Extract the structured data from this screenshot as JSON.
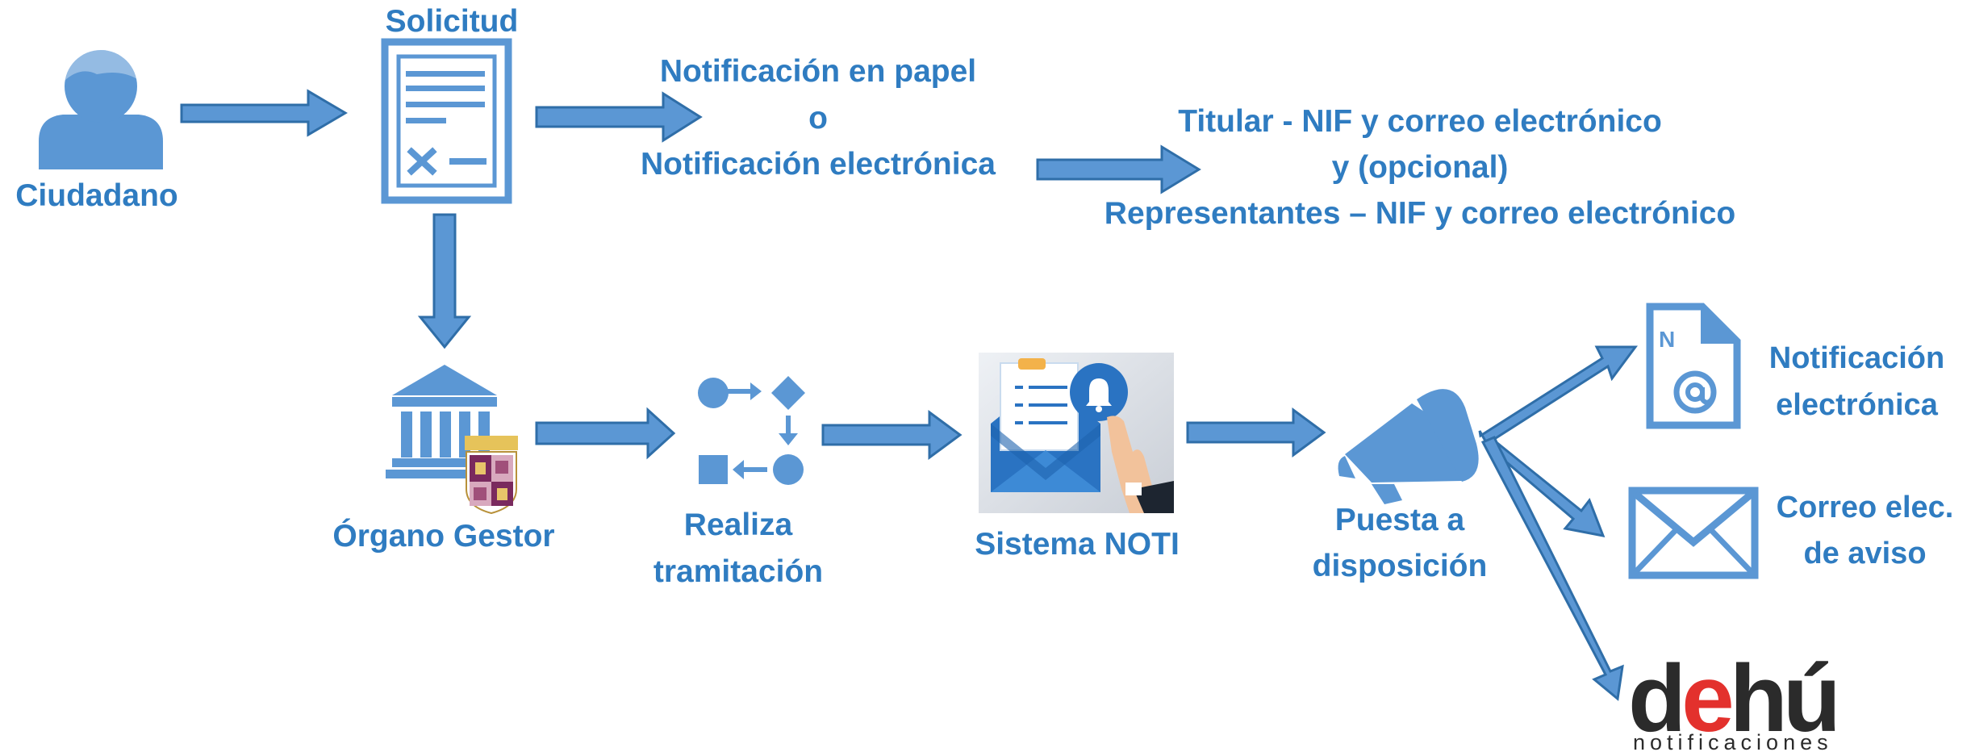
{
  "labels": {
    "solicitud": "Solicitud",
    "ciudadano": "Ciudadano",
    "notificacion_papel": "Notificación en papel",
    "o": "o",
    "notificacion_electronica": "Notificación electrónica",
    "titular": "Titular - NIF y correo electrónico",
    "opcional": "y (opcional)",
    "representantes": "Representantes – NIF y correo electrónico",
    "organo_gestor": "Órgano Gestor",
    "realiza": "Realiza",
    "tramitacion": "tramitación",
    "sistema_noti": "Sistema NOTI",
    "puesta_a": "Puesta a",
    "disposicion": "disposición",
    "out_notificacion": "Notificación",
    "out_electronica": "electrónica",
    "out_correo": "Correo elec.",
    "out_aviso": "de aviso"
  },
  "logos": {
    "dehu_wordmark": "dehú",
    "dehu_subtitle": "notificaciones",
    "file_icon_letter": "N"
  },
  "icons": [
    "person-icon",
    "document-icon",
    "building-icon",
    "coat-of-arms-logo",
    "process-flow-icon",
    "noti-image",
    "megaphone-icon",
    "email-notification-file-icon",
    "envelope-icon"
  ],
  "colors": {
    "primary_blue": "#2f7cc1",
    "icon_blue": "#5b97d4",
    "arrow_outline": "#2f6ea8",
    "dehu_red": "#e3312d",
    "dehu_dark": "#2b2b2b"
  }
}
